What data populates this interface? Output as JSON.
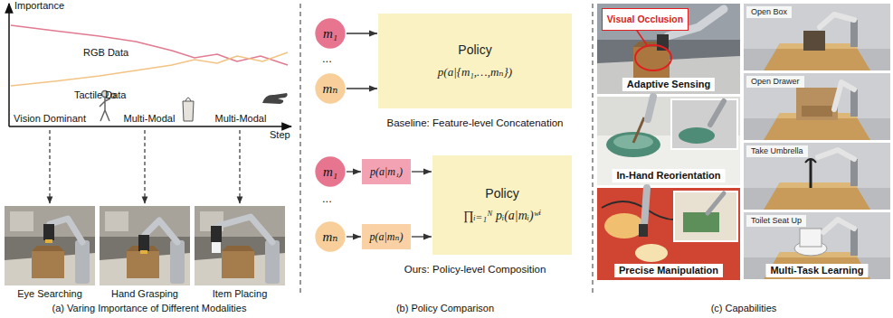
{
  "diagram": {
    "nodes": [
      {
        "text": [
          "m₁"
        ]
      },
      {
        "text": [
          "mₙ"
        ]
      },
      {
        "text": [
          "Policy",
          "p(a|{m₁,…,mₙ})"
        ]
      },
      {
        "text": [
          "m₁"
        ]
      },
      {
        "text": [
          "mₙ"
        ]
      },
      {
        "text": [
          "p(a|m₁)"
        ]
      },
      {
        "text": [
          "p(a|mₙ)"
        ]
      },
      {
        "text": [
          "Policy",
          "∏ᵢ₌₁ᴺ pᵢ(a|mᵢ)ʷⁱ"
        ]
      },
      {
        "text": [
          "Adaptive Sensing"
        ]
      },
      {
        "text": [
          "Visual Occlusion"
        ],
        "in": 8
      },
      {
        "text": [
          "In-Hand Reorientation"
        ]
      },
      {
        "text": [
          "Precise Manipulation"
        ]
      },
      {
        "text": [
          "Multi-Task Learning"
        ]
      },
      {
        "text": [
          "Open Box"
        ],
        "in": 12
      },
      {
        "text": [
          "Open Drawer"
        ],
        "in": 12
      },
      {
        "text": [
          "Take Umbrella"
        ],
        "in": 12
      },
      {
        "text": [
          "Toilet Seat Up"
        ],
        "in": 12
      }
    ],
    "edges": [
      {
        "from": 0,
        "to": 2,
        "arrow": "to"
      },
      {
        "from": 1,
        "to": 2,
        "arrow": "to"
      },
      {
        "from": 3,
        "to": 5,
        "arrow": "to"
      },
      {
        "from": 4,
        "to": 6,
        "arrow": "to"
      },
      {
        "from": 5,
        "to": 7,
        "arrow": "to"
      },
      {
        "from": 6,
        "to": 7,
        "arrow": "to"
      }
    ],
    "labels": [
      "Importance",
      "RGB Data",
      "Tactile Data",
      "Step",
      "Vision Dominant",
      "Multi-Modal",
      "Multi-Modal",
      "Eye Searching",
      "Hand Grasping",
      "Item Placing",
      "(a) Varing Importance of Different Modalities",
      "...",
      "Baseline: Feature-level Concatenation",
      "...",
      "Ours: Policy-level Composition",
      "(b) Policy Comparison",
      "(c) Capabilities"
    ]
  }
}
